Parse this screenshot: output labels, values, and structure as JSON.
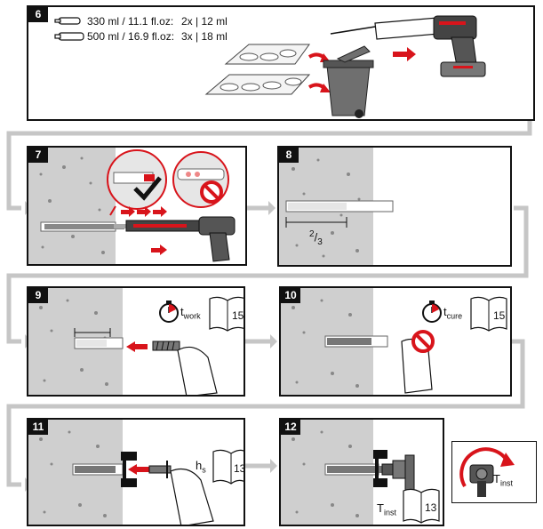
{
  "steps": {
    "s6": {
      "number": "6"
    },
    "s7": {
      "number": "7"
    },
    "s8": {
      "number": "8"
    },
    "s9": {
      "number": "9"
    },
    "s10": {
      "number": "10"
    },
    "s11": {
      "number": "11"
    },
    "s12": {
      "number": "12"
    }
  },
  "cartridges": [
    {
      "volume": "330 ml / 11.1 fl.oz:",
      "strokes": "2x | 12 ml"
    },
    {
      "volume": "500 ml / 16.9 fl.oz:",
      "strokes": "3x | 18 ml"
    }
  ],
  "fill_fraction": {
    "num": "2",
    "den": "3"
  },
  "time_work": {
    "base": "t",
    "sub": "work"
  },
  "time_cure": {
    "base": "t",
    "sub": "cure"
  },
  "time_inst": {
    "base": "T",
    "sub": "inst"
  },
  "embed_depth": {
    "base": "h",
    "sub": "s"
  },
  "book_pages": {
    "p9": "15",
    "p10": "15",
    "p11": "13",
    "p12": "13"
  },
  "colors": {
    "accent": "#d8141b",
    "concrete": "#cfcfcf",
    "flow": "#c6c6c6",
    "ink": "#111111"
  },
  "icons": [
    "cartridge-icon",
    "dispenser-icon",
    "trash-bin-icon",
    "stopwatch-icon",
    "manual-book-icon",
    "prohibited-icon",
    "checkmark-icon",
    "arrow-icon",
    "anchor-rod-icon",
    "torque-wrench-icon",
    "hand-icon"
  ]
}
